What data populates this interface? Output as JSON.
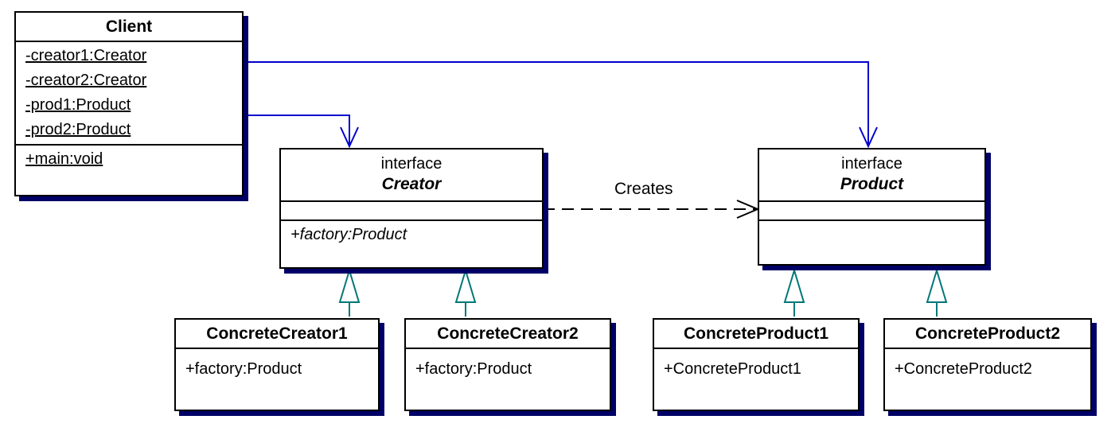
{
  "diagram": {
    "classes": {
      "client": {
        "name": "Client",
        "attributes": [
          "-creator1:Creator",
          "-creator2:Creator",
          "-prod1:Product",
          "-prod2:Product"
        ],
        "operations": [
          "+main:void"
        ]
      },
      "creator": {
        "stereotype": "interface",
        "name": "Creator",
        "attributes": [],
        "operations": [
          "+factory:Product"
        ]
      },
      "product": {
        "stereotype": "interface",
        "name": "Product",
        "attributes": [],
        "operations": []
      },
      "concrete_creator1": {
        "name": "ConcreteCreator1",
        "operations": [
          "+factory:Product"
        ]
      },
      "concrete_creator2": {
        "name": "ConcreteCreator2",
        "operations": [
          "+factory:Product"
        ]
      },
      "concrete_product1": {
        "name": "ConcreteProduct1",
        "operations": [
          "+ConcreteProduct1"
        ]
      },
      "concrete_product2": {
        "name": "ConcreteProduct2",
        "operations": [
          "+ConcreteProduct2"
        ]
      }
    },
    "relations": [
      {
        "type": "association",
        "from": "Client",
        "to": "Creator"
      },
      {
        "type": "association",
        "from": "Client",
        "to": "Product"
      },
      {
        "type": "dependency",
        "from": "Creator",
        "to": "Product",
        "label": "Creates"
      },
      {
        "type": "realization",
        "from": "ConcreteCreator1",
        "to": "Creator"
      },
      {
        "type": "realization",
        "from": "ConcreteCreator2",
        "to": "Creator"
      },
      {
        "type": "realization",
        "from": "ConcreteProduct1",
        "to": "Product"
      },
      {
        "type": "realization",
        "from": "ConcreteProduct2",
        "to": "Product"
      }
    ],
    "colors": {
      "association": "#0000cc",
      "realization": "#007777",
      "dependency": "#000000",
      "shadow": "#000066"
    }
  }
}
